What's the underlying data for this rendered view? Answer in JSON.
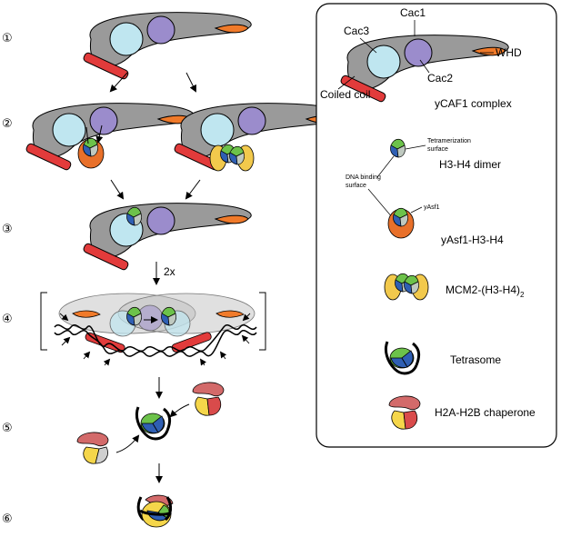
{
  "steps": [
    "①",
    "②",
    "③",
    "④",
    "⑤",
    "⑥"
  ],
  "repeat_label": "2x",
  "legend": {
    "cac1": "Cac1",
    "cac3": "Cac3",
    "cac2": "Cac2",
    "whd": "WHD",
    "coiled_coil": "Coiled coil",
    "complex": "yCAF1 complex",
    "tetramerization": "Tetramerization",
    "surface": "surface",
    "h3h4_dimer": "H3-H4 dimer",
    "dna_binding": "DNA binding",
    "dna_surface": "surface",
    "yasf1": "yAsf1",
    "yasf1_h3h4": "yAsf1-H3-H4",
    "mcm2": "MCM2-(H3-H4)",
    "mcm2_sub": "2",
    "tetrasome": "Tetrasome",
    "h2a_h2b": "H2A-H2B chaperone"
  },
  "colors": {
    "cac1_gray": "#9a9a9a",
    "cac3_cyan": "#bfe6f0",
    "cac2_purple": "#9b8ccc",
    "whd_orange": "#f07a2a",
    "coiled_red": "#e23b3b",
    "h3_green": "#6cc24a",
    "h4_blue": "#2f5fb3",
    "asf1_orange": "#e8702a",
    "mcm2_yellow": "#f2c94c",
    "h2a_red": "#d94b4b",
    "h2b_yellow": "#f5d64a"
  }
}
